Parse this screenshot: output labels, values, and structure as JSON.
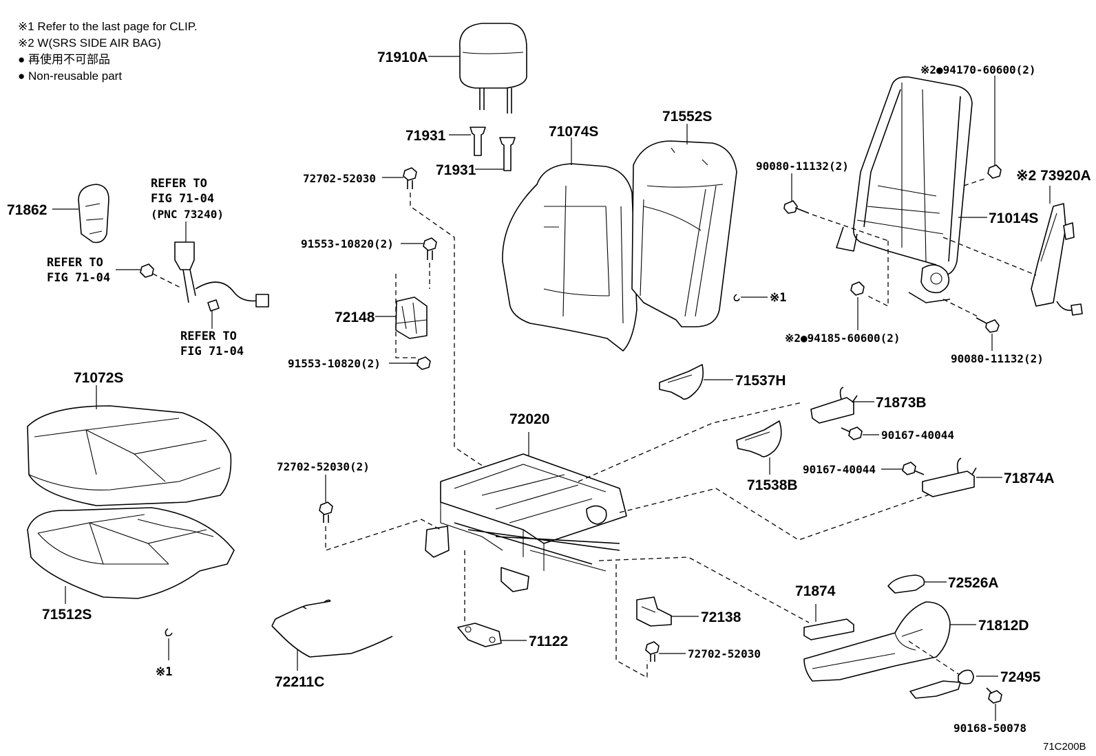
{
  "legend": {
    "note1": "※1 Refer to the last page for CLIP.",
    "note2": "※2 W(SRS SIDE AIR BAG)",
    "non_reusable_jp": "● 再使用不可部品",
    "non_reusable_en": "● Non-reusable part"
  },
  "figure_code": "71C200B",
  "labels": {
    "p71910A": "71910A",
    "p71931a": "71931",
    "p71931b": "71931",
    "p71074S": "71074S",
    "p71552S": "71552S",
    "p94170": "※2●94170-60600(2)",
    "p90080a": "90080-11132(2)",
    "p73920A": "※2 73920A",
    "p71014S": "71014S",
    "p71862": "71862",
    "refer_to": "REFER TO",
    "fig_7104": "FIG 71-04",
    "pnc": "(PNC 73240)",
    "p72702a": "72702-52030",
    "p91553a": "91553-10820(2)",
    "p72148": "72148",
    "p91553b": "91553-10820(2)",
    "clip1": "※1",
    "p94185": "※2●94185-60600(2)",
    "p90080b": "90080-11132(2)",
    "p71537H": "71537H",
    "p71873B": "71873B",
    "p90167a": "90167-40044",
    "p71538B": "71538B",
    "p90167b": "90167-40044",
    "p71874A": "71874A",
    "p71072S": "71072S",
    "p72020": "72020",
    "p72702b": "72702-52030(2)",
    "p71512S": "71512S",
    "clip2": "※1",
    "p72211C": "72211C",
    "p71122": "71122",
    "p72138": "72138",
    "p72702c": "72702-52030",
    "p71874": "71874",
    "p72526A": "72526A",
    "p71812D": "71812D",
    "p72495": "72495",
    "p90168": "90168-50078"
  }
}
